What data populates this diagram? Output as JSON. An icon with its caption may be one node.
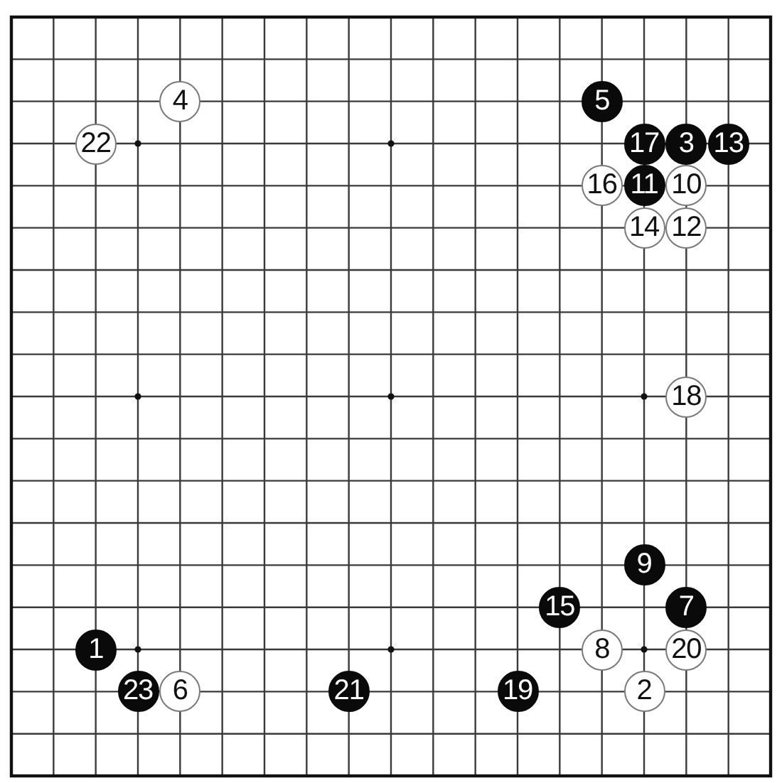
{
  "diagram": {
    "nodes": [
      {
        "text": [
          "1"
        ]
      },
      {
        "text": [
          "2"
        ]
      },
      {
        "text": [
          "3"
        ]
      },
      {
        "text": [
          "4"
        ]
      },
      {
        "text": [
          "5"
        ]
      },
      {
        "text": [
          "6"
        ]
      },
      {
        "text": [
          "7"
        ]
      },
      {
        "text": [
          "8"
        ]
      },
      {
        "text": [
          "9"
        ]
      },
      {
        "text": [
          "10"
        ]
      },
      {
        "text": [
          "11"
        ]
      },
      {
        "text": [
          "12"
        ]
      },
      {
        "text": [
          "13"
        ]
      },
      {
        "text": [
          "14"
        ]
      },
      {
        "text": [
          "15"
        ]
      },
      {
        "text": [
          "16"
        ]
      },
      {
        "text": [
          "17"
        ]
      },
      {
        "text": [
          "18"
        ]
      },
      {
        "text": [
          "19"
        ]
      },
      {
        "text": [
          "20"
        ]
      },
      {
        "text": [
          "21"
        ]
      },
      {
        "text": [
          "22"
        ]
      },
      {
        "text": [
          "23"
        ]
      }
    ]
  }
}
